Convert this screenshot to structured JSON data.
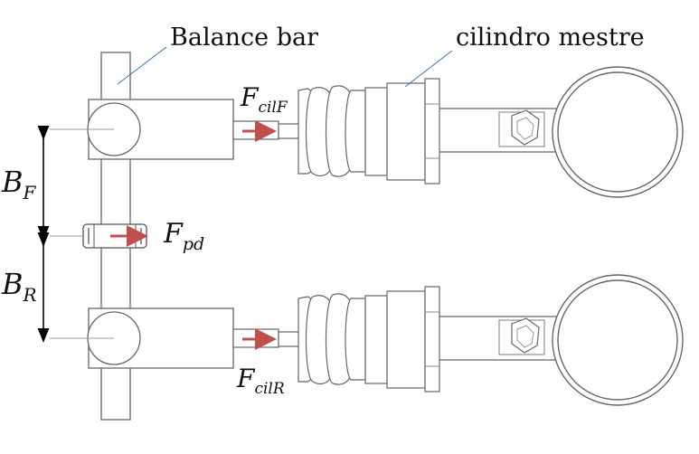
{
  "labels": {
    "balance_bar": "Balance bar",
    "master_cylinder": "cilindro mestre",
    "force_front": {
      "base": "F",
      "sub": "cilF"
    },
    "force_rear": {
      "base": "F",
      "sub": "cilR"
    },
    "force_pedal": {
      "base": "F",
      "sub": "pd"
    },
    "dist_front": {
      "base": "B",
      "sub": "F"
    },
    "dist_rear": {
      "base": "B",
      "sub": "R"
    }
  },
  "colors": {
    "line": "#555555",
    "arrow": "#c0504d",
    "leader": "#2e75b6",
    "text": "#111111"
  }
}
